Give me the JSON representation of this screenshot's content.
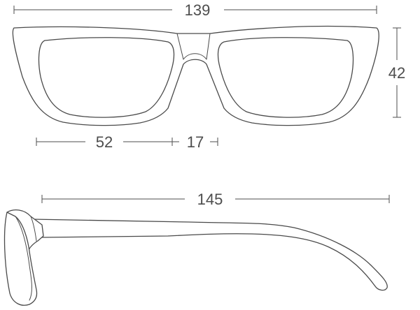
{
  "dimensions": {
    "frame_width": "139",
    "lens_height": "42",
    "lens_width": "52",
    "bridge_width": "17",
    "temple_length": "145"
  },
  "colors": {
    "line": "#4a4a4a",
    "background": "#ffffff"
  }
}
